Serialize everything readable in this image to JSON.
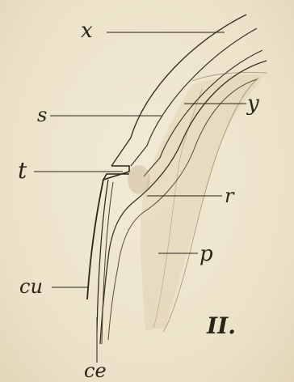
{
  "figure": {
    "number_label": "II.",
    "labels": {
      "x": "x",
      "s": "s",
      "y": "y",
      "t": "t",
      "r": "r",
      "p": "p",
      "cu": "cu",
      "ce": "ce"
    }
  },
  "colors": {
    "paper": "#efe7d2",
    "ink": "#2a2418",
    "faint_ink": "#6b5e48",
    "tissue_shade": "#d8c6a2"
  }
}
